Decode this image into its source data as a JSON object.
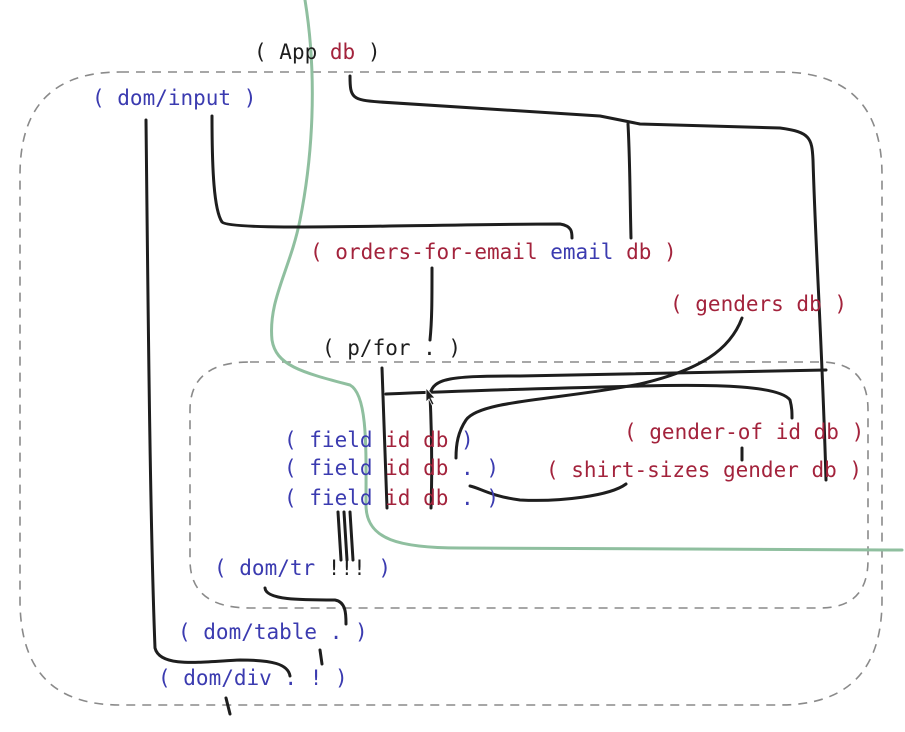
{
  "colors": {
    "ink": "#1e1e1e",
    "blue": "#3b3bb0",
    "red": "#a3233c",
    "dashed_outline": "#8a8a8a",
    "green_line": "#8fbf9f"
  },
  "labels": {
    "app": {
      "open": "( ",
      "fn": "App",
      "arg": " db",
      "close": " )"
    },
    "dom_input": "( dom/input )",
    "orders": {
      "open": "( ",
      "fn": "orders-for-email",
      "email": " email",
      "db": " db",
      "close": " )"
    },
    "genders": "( genders db )",
    "p_for": "( p/for . )",
    "gender_of": "( gender-of id db )",
    "shirt_sizes": "( shirt-sizes gender db )",
    "field_1": {
      "head": "( field ",
      "id": "id",
      "db": " db",
      "close": " )"
    },
    "field_2": {
      "head": "( field ",
      "id": "id",
      "db": " db",
      "close": " . )"
    },
    "field_3": {
      "head": "( field ",
      "id": "id",
      "db": " db",
      "close": " . )"
    },
    "dom_tr": {
      "open": "( dom/tr ",
      "dots": "!!!",
      "close": " )"
    },
    "dom_table": "( dom/table . )",
    "dom_div": "( dom/div . ! )"
  }
}
